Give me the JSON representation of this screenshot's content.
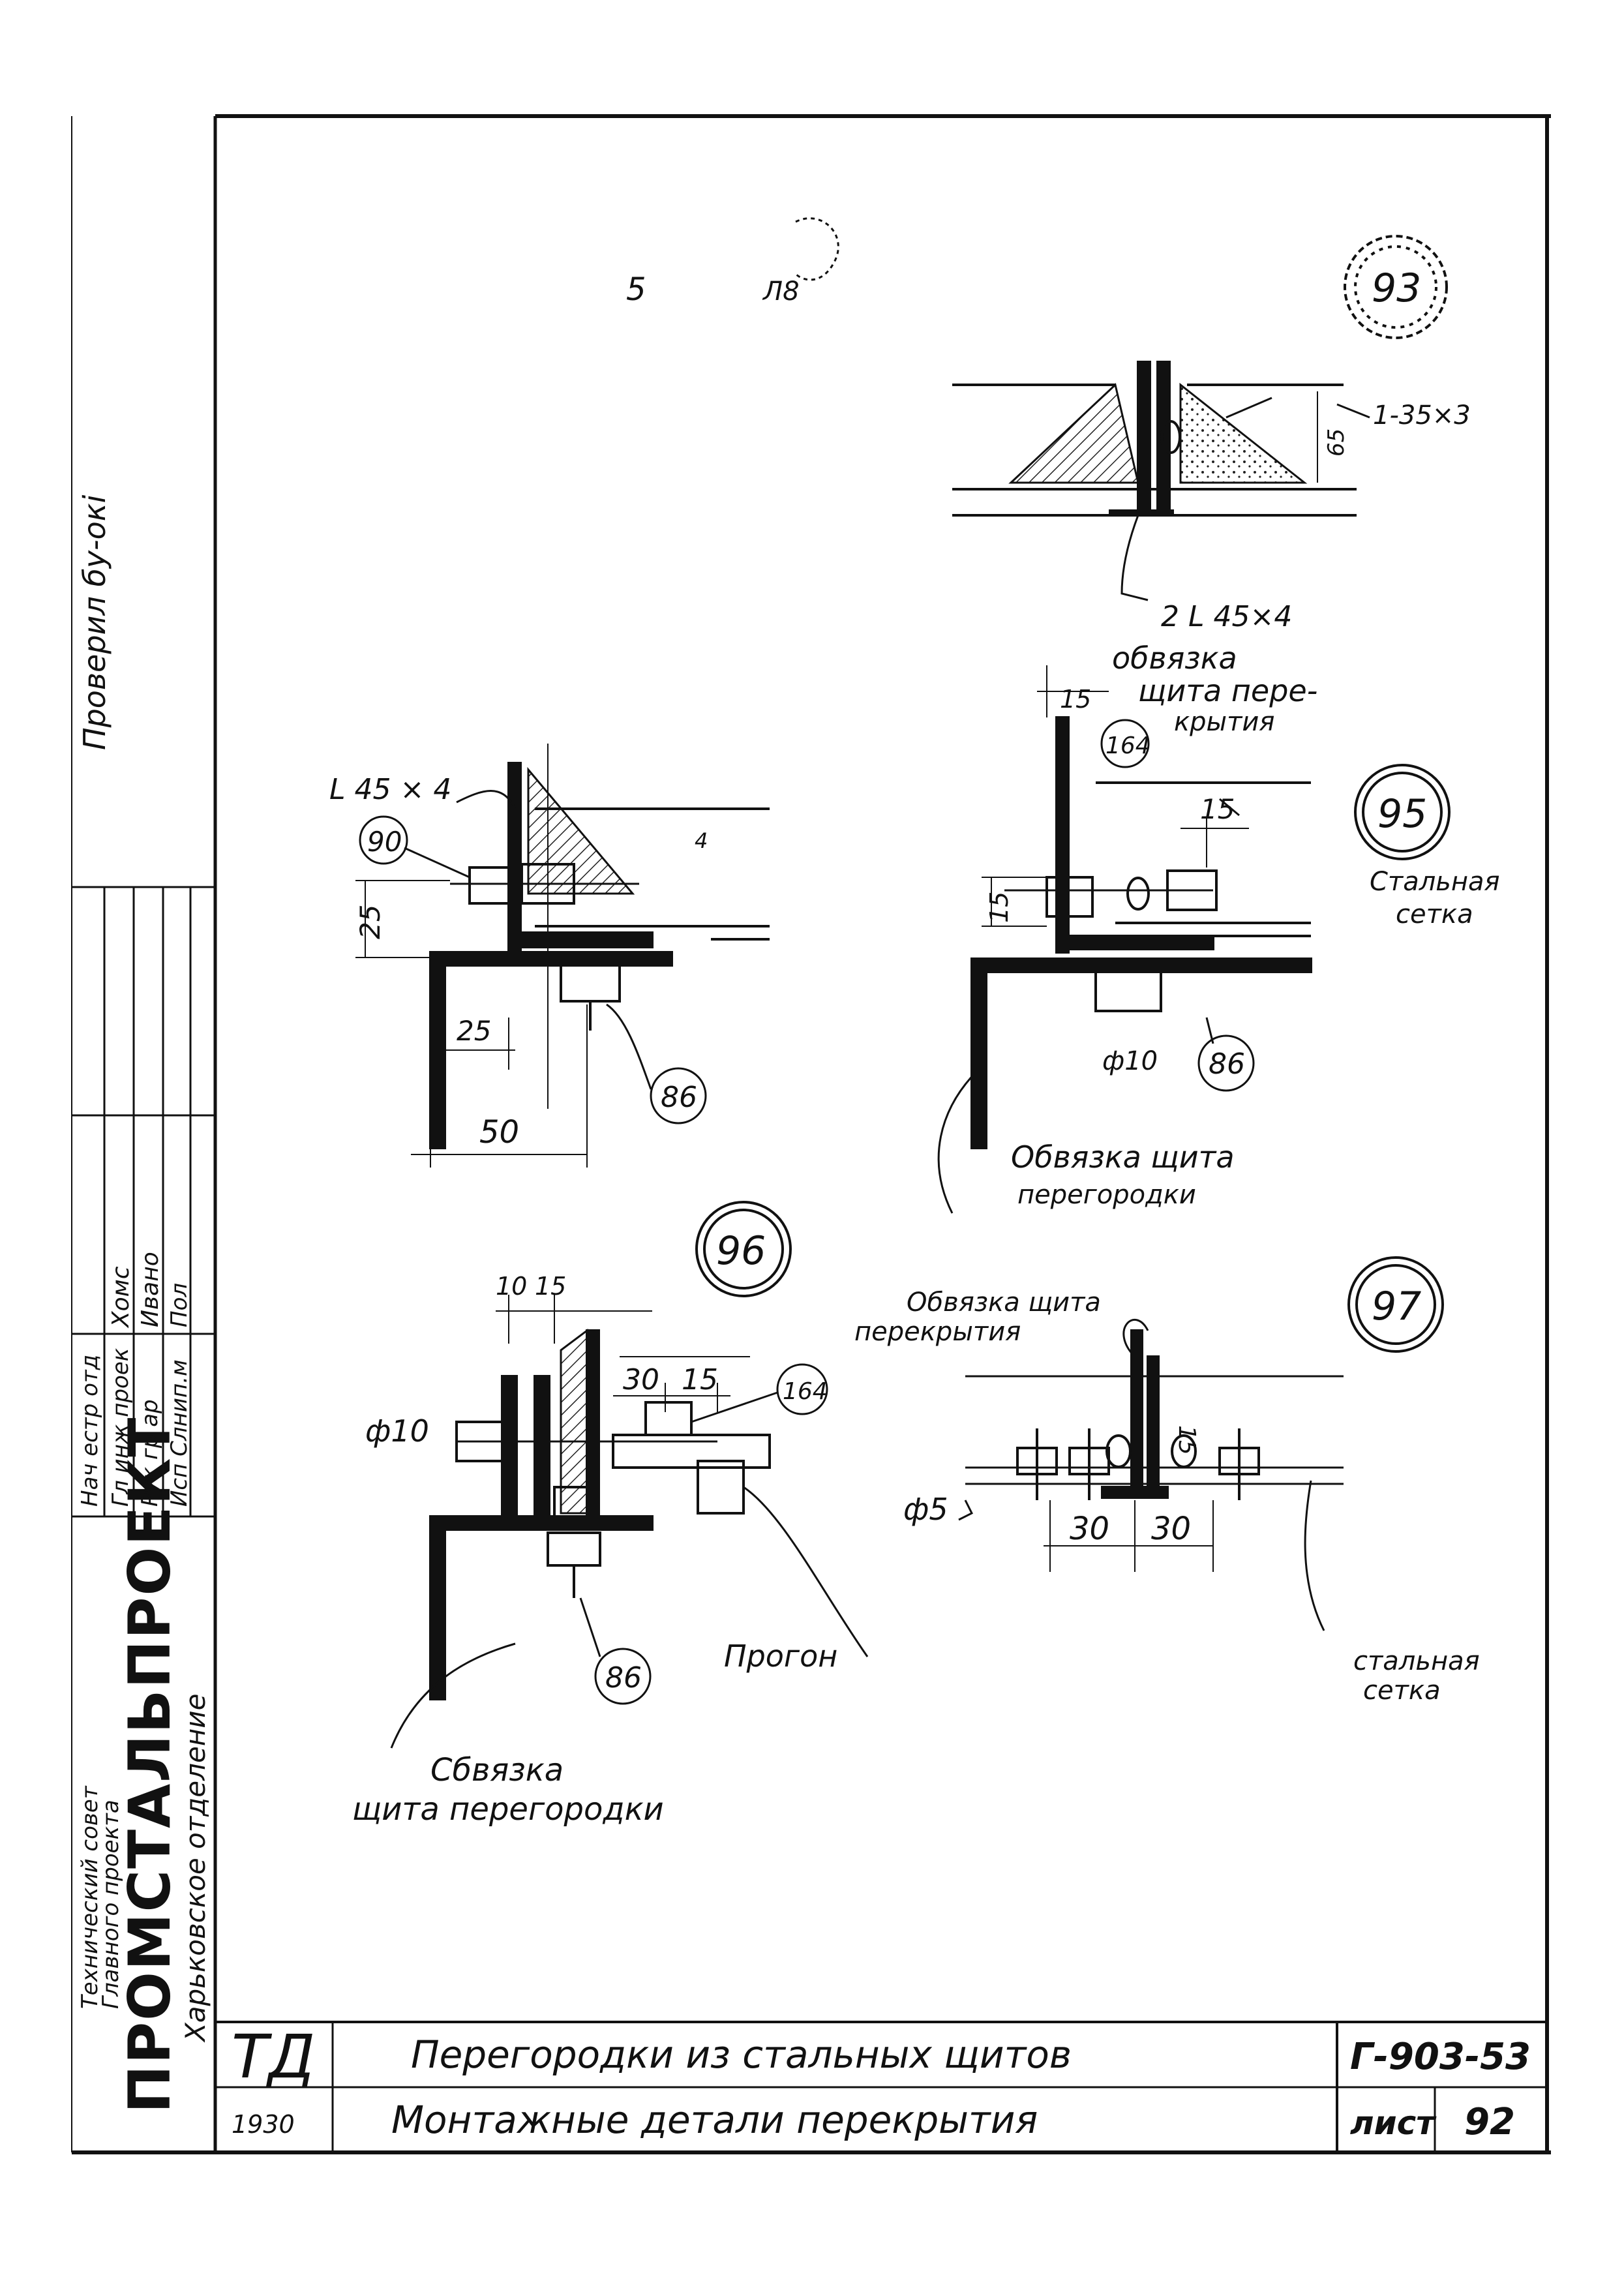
{
  "left_strip": {
    "checked_by": "Проверил бу-окі",
    "org_line1": "Технический совет",
    "org_line2": "Главного проекта",
    "org_name": "ПРОМСТАЛЬПРОЕКТ",
    "org_dept": "Харьковское отделение",
    "roles": [
      "Нач естр отд",
      "Гл инж проек",
      "Рук гр ар",
      "Исп Слнип.м"
    ],
    "names": [
      "Хомс",
      "Ивано",
      "Пол"
    ]
  },
  "details": {
    "d93": {
      "number": "93",
      "marks": [
        "5",
        "Л8"
      ],
      "callout_angle": "2 L 45×4",
      "callout_dim": "1-35×3",
      "dim_h": "65"
    },
    "d90": {
      "bolt_ref": "90",
      "angle": "L 45 × 4",
      "dim_25a": "25",
      "dim_25b": "25",
      "dim_50": "50",
      "dim_small": "4",
      "ref_86": "86"
    },
    "d95": {
      "number": "95",
      "dim_15a": "15",
      "dim_15b": "15",
      "dim_15c": "15",
      "ref_164": "164",
      "ref_86": "86",
      "phi": "ф10",
      "note_top": [
        "обвязка",
        "щита пере-",
        "крытия"
      ],
      "note_right": [
        "Стальная",
        "сетка"
      ],
      "note_bottom": [
        "Обвязка щита",
        "перегородки"
      ]
    },
    "d96": {
      "number": "96",
      "dim_10": "10",
      "dim_15a": "15",
      "dim_30": "30",
      "dim_15b": "15",
      "phi": "ф10",
      "ref_164": "164",
      "ref_86": "86",
      "note_run": "Прогон",
      "note_bottom": [
        "Сбвязка",
        "щита перегородки"
      ]
    },
    "d97": {
      "number": "97",
      "note_top": [
        "Обвязка щита",
        "перекрытия"
      ],
      "phi": "ф5",
      "dim_30a": "30",
      "dim_30b": "30",
      "dim_15": "15",
      "note_right": [
        "стальная",
        "сетка"
      ]
    }
  },
  "title_block": {
    "logo": "ТД",
    "year": "1930",
    "title_line1": "Перегородки из стальных щитов",
    "title_line2": "Монтажные детали перекрытия",
    "doc_code": "Г-903-53",
    "sheet_label": "лист",
    "sheet_no": "92"
  }
}
